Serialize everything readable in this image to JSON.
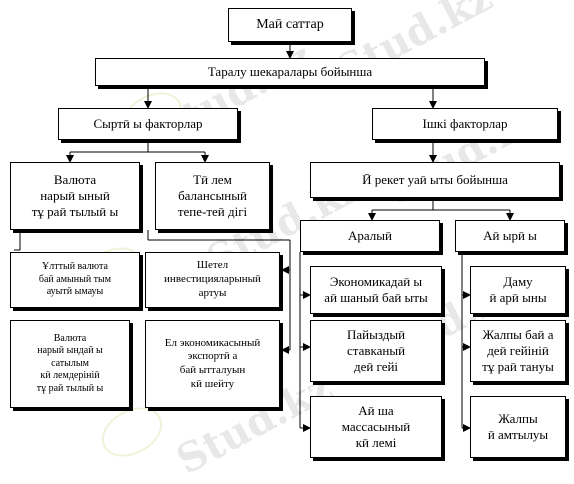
{
  "watermark": "Stud.kz",
  "nodes": {
    "root": "Маӣ саттар",
    "distribution": "Таралу шекаралары бойынша",
    "external": "Сыртӣ ы факторлар",
    "internal": "Ішкі факторлар",
    "currency_market": "Валюта\nнарыӣ ыныӣ\nтұ раӣ тылыӣ ы",
    "payment_balance": "Тӣ лем\nбалансыныӣ\nтепе-теӣ дігі",
    "action_time": "Ӣ рекет уаӣ ыты бойынша",
    "short": "Аралыӣ",
    "long": "Аӣ ырӣ ы",
    "national_currency": "Ұлттыӣ валюта\nбаӣ амыныӣ тым\nауытӣ ымауы",
    "foreign_investment": "Шетел\nинвестицияларыныӣ\nартуы",
    "economy_direction": "Экономикадаӣ ы\naӣ шаныӣ баӣ ыты",
    "development_dynamics": "Даму\nӣ арӣ ыны",
    "currency_sales": "Валюта\nнарыӣ ындаӣ ы\nсатылым\nкӣ лемдерініӣ\nтұ раӣ тылыӣ ы",
    "export_orientation": "Ел экономикасыныӣ\nэкспортӣ а\nбаӣ ытталуын\nкӣ шейту",
    "interest_rate": "Пайыздыӣ\nставканыӣ\nдеӣ гейі",
    "gdp_stability": "Жалпы баӣ а\nдеӣ гейініӣ\nтұ раӣ тануы",
    "money_supply": "Аӣ ша\nмассасыныӣ\nкӣ лемі",
    "total_employment": "Жалпы\nӣ амтылуы"
  }
}
